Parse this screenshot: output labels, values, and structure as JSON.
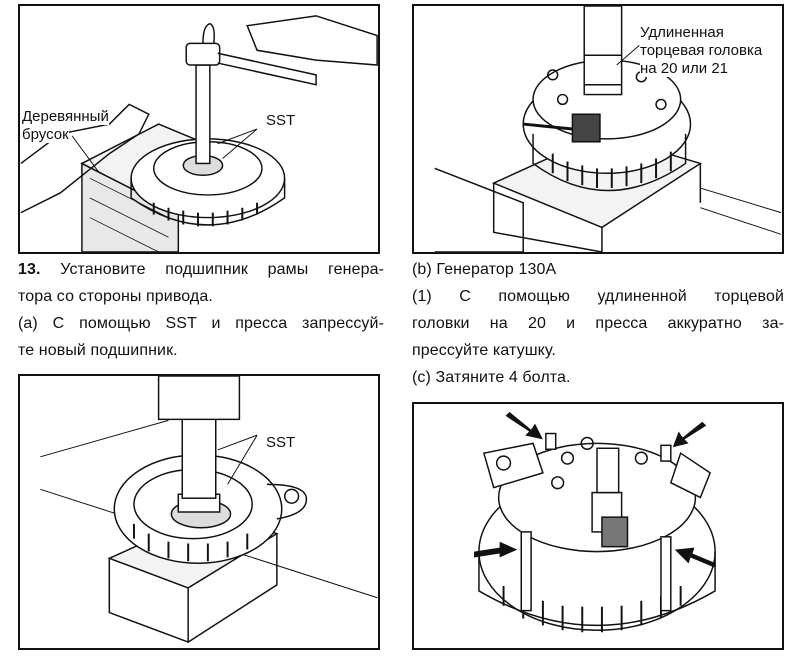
{
  "fig1": {
    "label_wood_line1": "Деревянный",
    "label_wood_line2": "брусок",
    "label_sst": "SST"
  },
  "fig2": {
    "label_socket_line1": "Удлиненная",
    "label_socket_line2": "торцевая головка",
    "label_socket_line3": "на 20 или 21"
  },
  "fig3": {
    "label_sst": "SST"
  },
  "left_text": {
    "step_number": "13.",
    "line1": "Установите подшипник рамы генера-",
    "line2": "тора со стороны привода.",
    "line3": "(a) С помощью SST и пресса запрессуй-",
    "line4": "те новый подшипник."
  },
  "right_text": {
    "line1": "(b) Генератор 130А",
    "line2": "(1) С помощью удлиненной торцевой",
    "line3": "головки на 20 и пресса аккуратно за-",
    "line4": "прессуйте катушку.",
    "line5": "(c) Затяните 4 болта."
  }
}
